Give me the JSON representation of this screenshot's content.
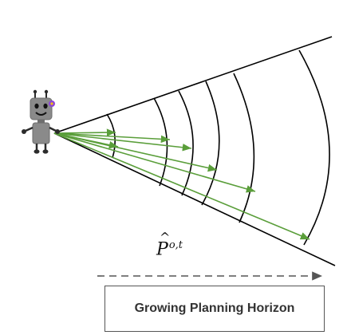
{
  "math_symbol": {
    "base": "P",
    "accent": "^",
    "superscript": "o,t"
  },
  "horizon_label": "Growing Planning Horizon",
  "colors": {
    "arrow_green": "#5a9e3a",
    "lines": "#000000",
    "dashed": "#555555",
    "robot_body": "#8a8a8a",
    "robot_dark": "#2b2b2b",
    "accent_purple": "#8e44d8"
  },
  "icons": [
    "robot-icon"
  ]
}
